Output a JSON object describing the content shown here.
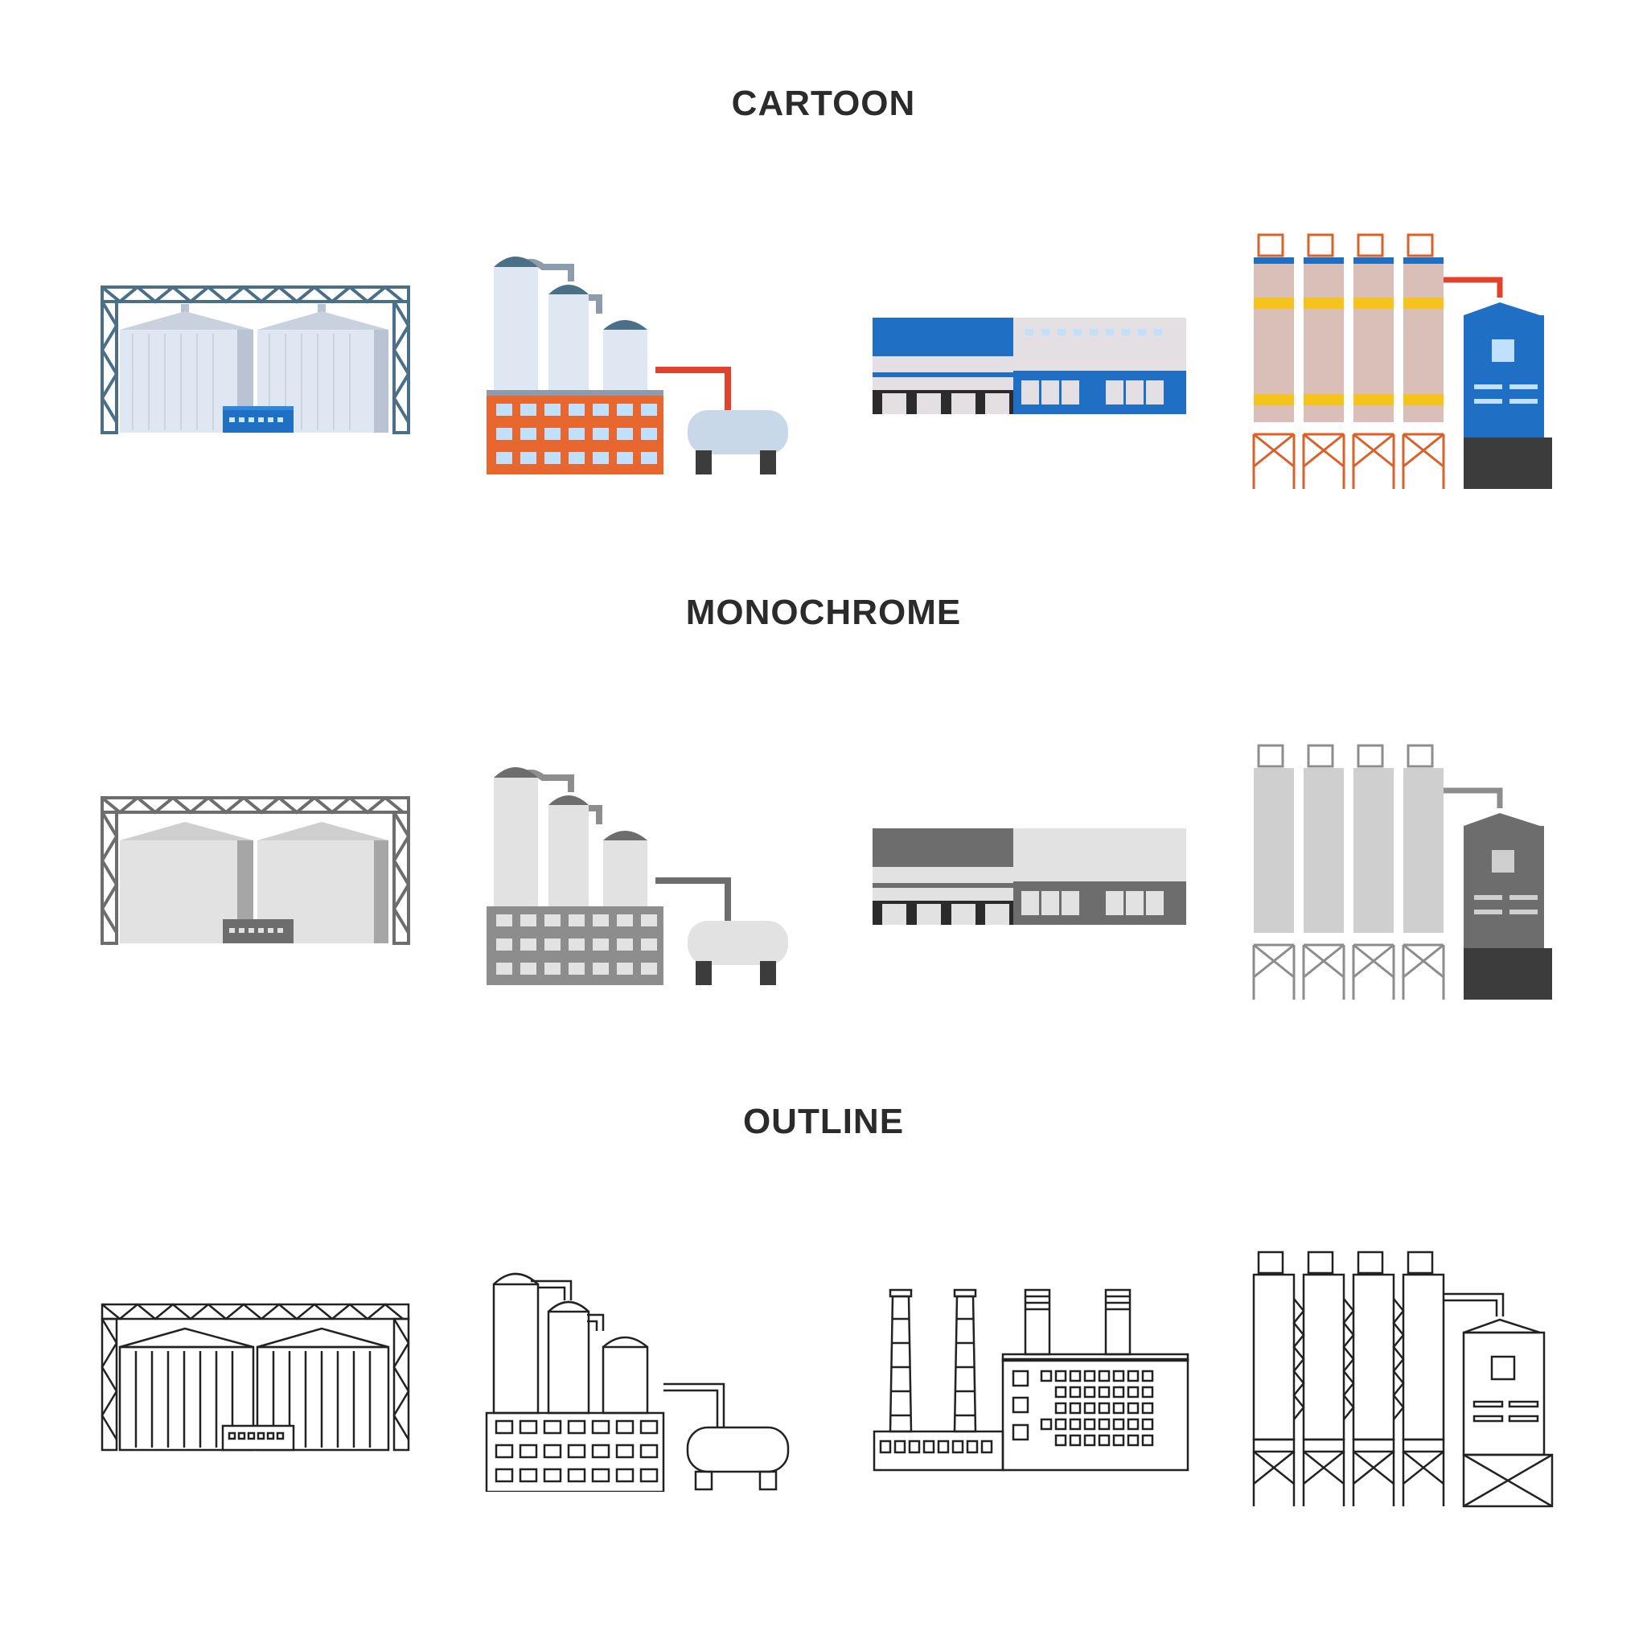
{
  "sections": [
    {
      "title": "CARTOON"
    },
    {
      "title": "MONOCHROME"
    },
    {
      "title": "OUTLINE"
    }
  ],
  "icons": [
    "grain-silo-gantry-icon",
    "refinery-tanks-icon",
    "warehouse-building-icon",
    "cement-plant-silos-icon",
    "factory-chimneys-icon"
  ],
  "colors": {
    "title": "#2b2b2b",
    "steel_blue": "#4a6f86",
    "silo_light": "#dfe7f2",
    "silo_shade": "#b9c3d1",
    "factory_orange": "#e8672e",
    "pipe_red": "#e2422b",
    "tank_blue": "#c9d8e8",
    "warehouse_blue": "#1f6fc4",
    "warehouse_gray": "#e4dfe2",
    "silo_pink": "#d9bfb8",
    "silo_yellow": "#f6c21c",
    "leg_orange": "#d9622b",
    "mono_dark": "#6d6d6d",
    "mono_mid": "#a6a6a6",
    "mono_light": "#e2e2e2",
    "outline": "#222222"
  }
}
